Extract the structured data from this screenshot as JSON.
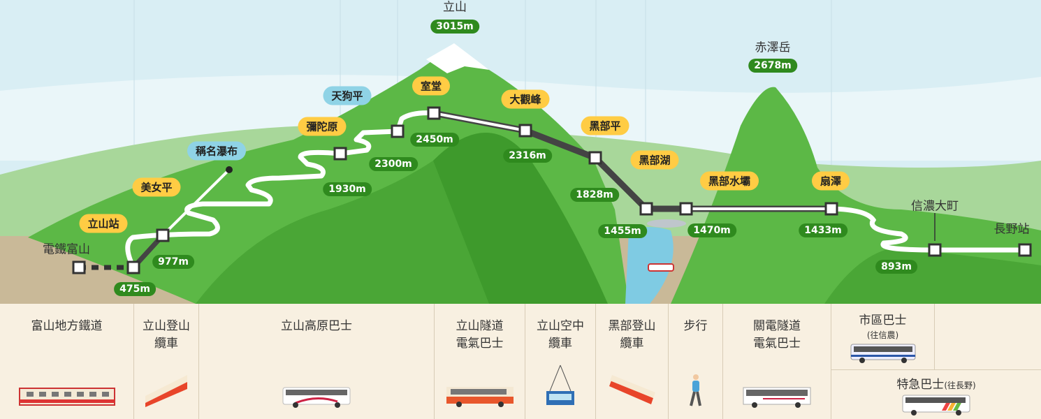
{
  "peaks": [
    {
      "name": "立山",
      "elevation": "3015m"
    },
    {
      "name": "赤澤岳",
      "elevation": "2678m"
    }
  ],
  "stations": [
    {
      "name": "電鐵富山",
      "style": "text"
    },
    {
      "name": "立山站",
      "style": "yellow",
      "elevation": "475m"
    },
    {
      "name": "美女平",
      "style": "yellow",
      "elevation": "977m"
    },
    {
      "name": "稱名瀑布",
      "style": "blue"
    },
    {
      "name": "彌陀原",
      "style": "yellow",
      "elevation": "1930m"
    },
    {
      "name": "天狗平",
      "style": "blue",
      "elevation": "2300m"
    },
    {
      "name": "室堂",
      "style": "yellow",
      "elevation": "2450m"
    },
    {
      "name": "大觀峰",
      "style": "yellow",
      "elevation": "2316m"
    },
    {
      "name": "黑部平",
      "style": "yellow",
      "elevation": "1828m"
    },
    {
      "name": "黑部湖",
      "style": "yellow",
      "elevation": "1455m"
    },
    {
      "name": "黑部水壩",
      "style": "yellow",
      "elevation": "1470m"
    },
    {
      "name": "扇澤",
      "style": "yellow",
      "elevation": "1433m"
    },
    {
      "name": "信濃大町",
      "style": "text",
      "elevation": "893m"
    },
    {
      "name": "長野站",
      "style": "text"
    }
  ],
  "transport": [
    {
      "line1": "富山地方鐵道",
      "line2": "",
      "icon": "train-icon"
    },
    {
      "line1": "立山登山",
      "line2": "纜車",
      "icon": "cable-car-icon"
    },
    {
      "line1": "立山高原巴士",
      "line2": "",
      "icon": "bus-icon"
    },
    {
      "line1": "立山隧道",
      "line2": "電氣巴士",
      "icon": "trolley-bus-icon"
    },
    {
      "line1": "立山空中",
      "line2": "纜車",
      "icon": "ropeway-icon"
    },
    {
      "line1": "黑部登山",
      "line2": "纜車",
      "icon": "cable-car-icon"
    },
    {
      "line1": "步行",
      "line2": "",
      "icon": "walking-person-icon"
    },
    {
      "line1": "關電隧道",
      "line2": "電氣巴士",
      "icon": "electric-bus-icon"
    },
    {
      "line1": "市區巴士",
      "line2": "(往信農)",
      "icon": "bus-icon"
    },
    {
      "line1": "特急巴士",
      "line2": "(往長野)",
      "icon": "express-bus-icon"
    }
  ],
  "colors": {
    "label_yellow": "#ffcc44",
    "label_blue": "#8fd3e6",
    "elevation_green": "#2f8a1e",
    "mountain": "#5cb846",
    "ground": "#c9b998",
    "panel": "#f8f0e1"
  }
}
